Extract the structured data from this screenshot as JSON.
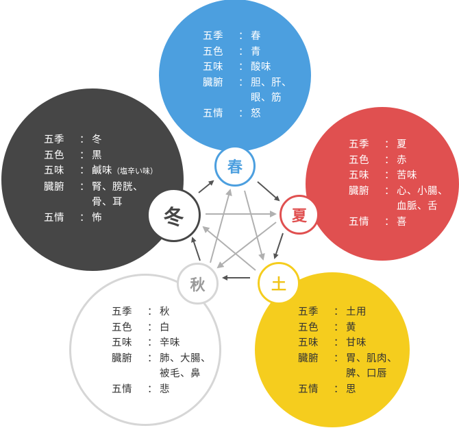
{
  "labels": {
    "season": "五季",
    "color": "五色",
    "taste": "五味",
    "organs": "臓腑",
    "emotion": "五情",
    "colon": "："
  },
  "elements": {
    "spring": {
      "node": "春",
      "accent": "#4c9fdf",
      "season": "春",
      "color": "青",
      "taste": "酸味",
      "organs_line1": "胆、肝、",
      "organs_line2": "眼、筋",
      "emotion": "怒"
    },
    "summer": {
      "node": "夏",
      "accent": "#e05050",
      "season": "夏",
      "color": "赤",
      "taste": "苦味",
      "organs_line1": "心、小腸、",
      "organs_line2": "血脈、舌",
      "emotion": "喜"
    },
    "earth": {
      "node": "土",
      "accent": "#f5cd1e",
      "season": "土用",
      "color": "黄",
      "taste": "甘味",
      "organs_line1": "胃、肌肉、",
      "organs_line2": "脾、口唇",
      "emotion": "思"
    },
    "autumn": {
      "node": "秋",
      "accent": "#d0d0d0",
      "season": "秋",
      "color": "白",
      "taste": "辛味",
      "organs_line1": "肺、大腸、",
      "organs_line2": "被毛、鼻",
      "emotion": "悲"
    },
    "winter": {
      "node": "冬",
      "accent": "#464646",
      "season": "冬",
      "color": "黒",
      "taste": "鹹味",
      "taste_note": "（塩辛い味）",
      "organs_line1": "腎、膀胱、",
      "organs_line2": "骨、耳",
      "emotion": "怖"
    }
  },
  "arrows": {
    "generating_color": "#555555",
    "controlling_color": "#b0b0b0",
    "generating": [
      "冬→春",
      "春→夏",
      "夏→土",
      "土→秋",
      "秋→冬"
    ],
    "controlling": [
      "冬→夏",
      "春→土",
      "夏→秋",
      "土→冬",
      "秋→春"
    ]
  }
}
